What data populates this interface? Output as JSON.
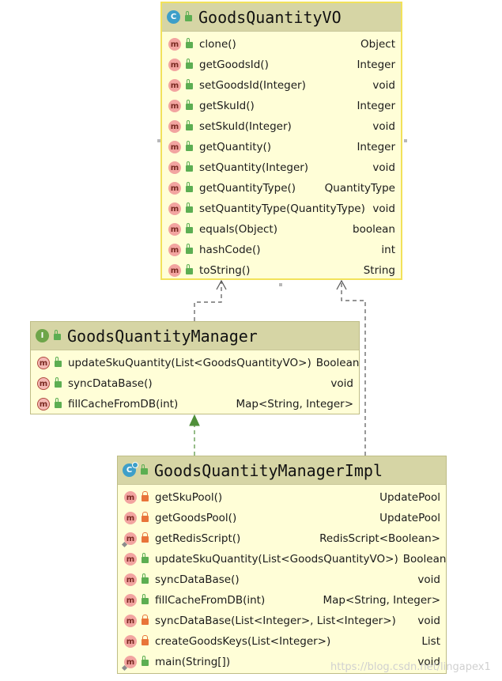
{
  "classes": {
    "vo": {
      "name": "GoodsQuantityVO",
      "kind_letter": "C",
      "members": [
        {
          "name": "clone()",
          "type": "Object",
          "visibility": "public"
        },
        {
          "name": "getGoodsId()",
          "type": "Integer",
          "visibility": "public"
        },
        {
          "name": "setGoodsId(Integer)",
          "type": "void",
          "visibility": "public"
        },
        {
          "name": "getSkuId()",
          "type": "Integer",
          "visibility": "public"
        },
        {
          "name": "setSkuId(Integer)",
          "type": "void",
          "visibility": "public"
        },
        {
          "name": "getQuantity()",
          "type": "Integer",
          "visibility": "public"
        },
        {
          "name": "setQuantity(Integer)",
          "type": "void",
          "visibility": "public"
        },
        {
          "name": "getQuantityType()",
          "type": "QuantityType",
          "visibility": "public"
        },
        {
          "name": "setQuantityType(QuantityType)",
          "type": "void",
          "visibility": "public"
        },
        {
          "name": "equals(Object)",
          "type": "boolean",
          "visibility": "public"
        },
        {
          "name": "hashCode()",
          "type": "int",
          "visibility": "public"
        },
        {
          "name": "toString()",
          "type": "String",
          "visibility": "public"
        }
      ]
    },
    "manager": {
      "name": "GoodsQuantityManager",
      "kind_letter": "I",
      "members": [
        {
          "name": "updateSkuQuantity(List<GoodsQuantityVO>)",
          "type": "Boolean",
          "visibility": "public"
        },
        {
          "name": "syncDataBase()",
          "type": "void",
          "visibility": "public"
        },
        {
          "name": "fillCacheFromDB(int)",
          "type": "Map<String, Integer>",
          "visibility": "public"
        }
      ]
    },
    "impl": {
      "name": "GoodsQuantityManagerImpl",
      "kind_letter": "C",
      "members": [
        {
          "name": "getSkuPool()",
          "type": "UpdatePool",
          "visibility": "private"
        },
        {
          "name": "getGoodsPool()",
          "type": "UpdatePool",
          "visibility": "private"
        },
        {
          "name": "getRedisScript()",
          "type": "RedisScript<Boolean>",
          "visibility": "private"
        },
        {
          "name": "updateSkuQuantity(List<GoodsQuantityVO>)",
          "type": "Boolean",
          "visibility": "public"
        },
        {
          "name": "syncDataBase()",
          "type": "void",
          "visibility": "public"
        },
        {
          "name": "fillCacheFromDB(int)",
          "type": "Map<String, Integer>",
          "visibility": "public"
        },
        {
          "name": "syncDataBase(List<Integer>, List<Integer>)",
          "type": "void",
          "visibility": "private"
        },
        {
          "name": "createGoodsKeys(List<Integer>)",
          "type": "List",
          "visibility": "private"
        },
        {
          "name": "main(String[])",
          "type": "void",
          "visibility": "public"
        }
      ]
    }
  },
  "member_icon_letter": "m",
  "watermark": "https://blog.csdn.net/lingapex1",
  "colors": {
    "box_fill": "#fffed7",
    "header_fill": "#d6d5a5",
    "class_icon": "#3e9fc9",
    "interface_icon": "#6ea54a",
    "method_icon": "#f2a4a0",
    "public_lock": "#5cae52",
    "private_lock": "#e8743a",
    "edge": "#555555",
    "realization_arrow": "#4f8f3a"
  }
}
